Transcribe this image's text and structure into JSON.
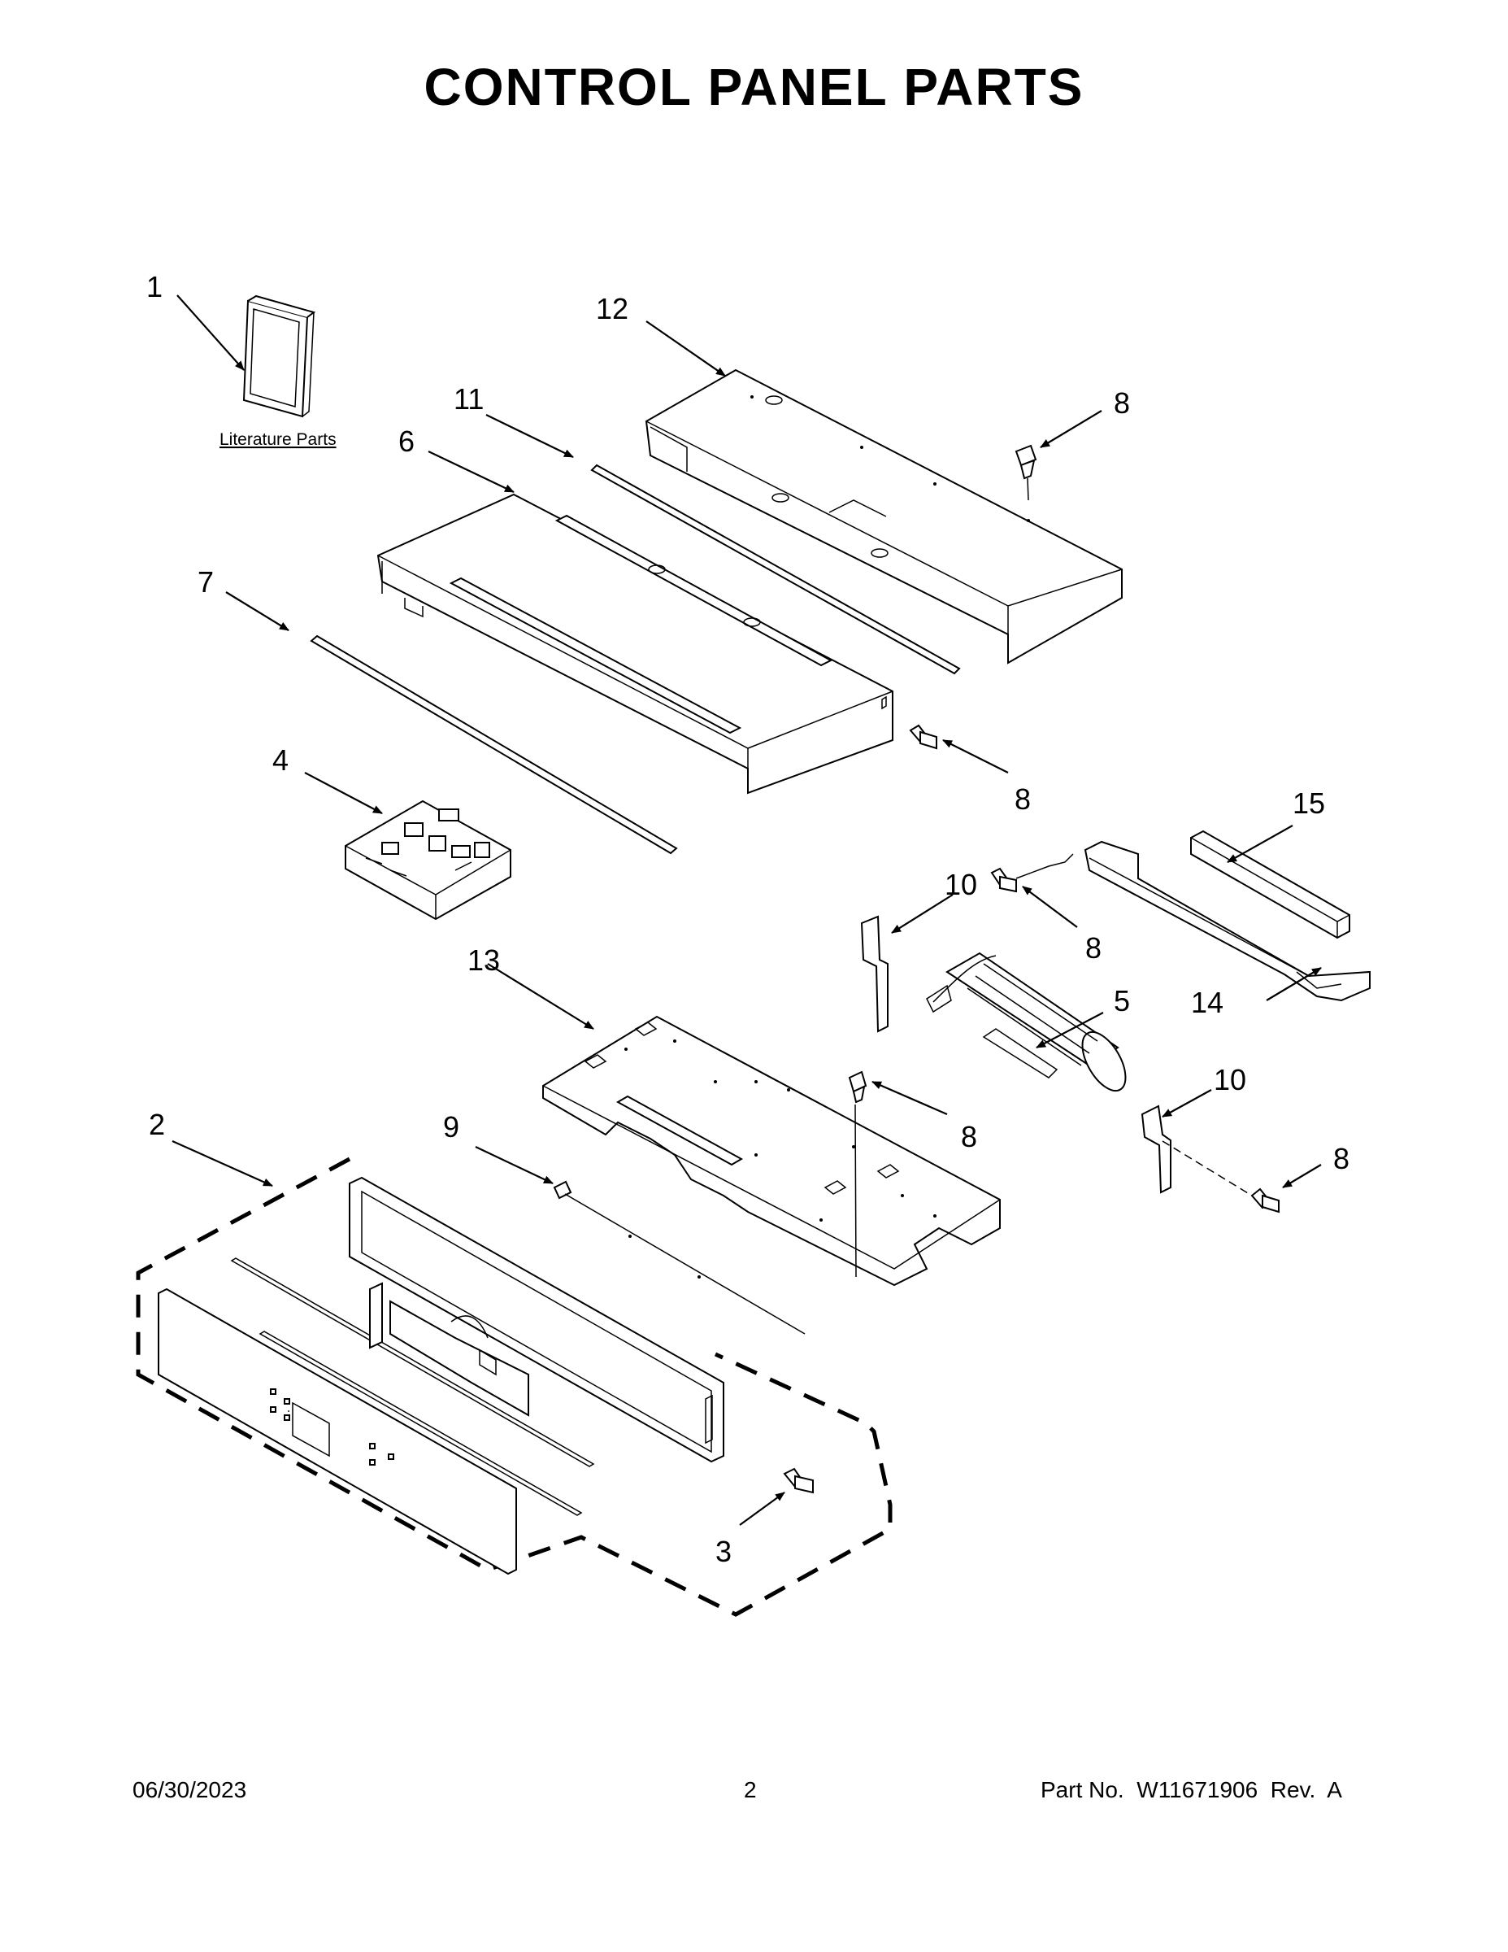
{
  "title": "CONTROL PANEL PARTS",
  "literature_label": "Literature Parts",
  "callouts": {
    "c1": "1",
    "c2": "2",
    "c3": "3",
    "c4": "4",
    "c5": "5",
    "c6": "6",
    "c7": "7",
    "c8": "8",
    "c9": "9",
    "c10": "10",
    "c11": "11",
    "c12": "12",
    "c13": "13",
    "c14": "14",
    "c15": "15"
  },
  "footer": {
    "date": "06/30/2023",
    "page": "2",
    "part_no": "Part No.  W11671906  Rev.  A"
  }
}
